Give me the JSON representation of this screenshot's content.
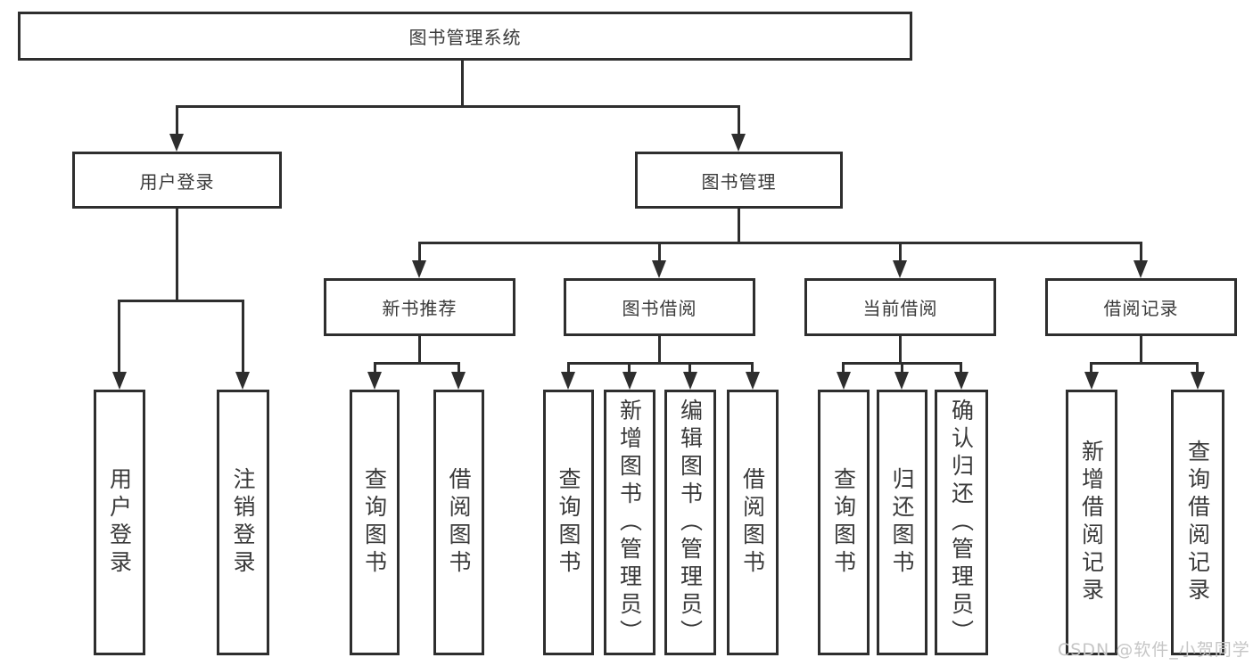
{
  "diagram": {
    "root": {
      "label": "图书管理系统"
    },
    "branches": [
      {
        "label": "用户登录",
        "children": [
          {
            "label": "用户登录"
          },
          {
            "label": "注销登录"
          }
        ]
      },
      {
        "label": "图书管理",
        "children": [
          {
            "label": "新书推荐",
            "children": [
              {
                "label": "查询图书"
              },
              {
                "label": "借阅图书"
              }
            ]
          },
          {
            "label": "图书借阅",
            "children": [
              {
                "label": "查询图书"
              },
              {
                "label": "新增图书（管理员）"
              },
              {
                "label": "编辑图书（管理员）"
              },
              {
                "label": "借阅图书"
              }
            ]
          },
          {
            "label": "当前借阅",
            "children": [
              {
                "label": "查询图书"
              },
              {
                "label": "归还图书"
              },
              {
                "label": "确认归还（管理员）"
              }
            ]
          },
          {
            "label": "借阅记录",
            "children": [
              {
                "label": "新增借阅记录"
              },
              {
                "label": "查询借阅记录"
              }
            ]
          }
        ]
      }
    ]
  },
  "watermark": "CSDN @软件_小贺同学",
  "colors": {
    "line": "#2e2e2e",
    "text": "#3a3a3a",
    "watermark": "#c6c6c6",
    "background": "#ffffff"
  }
}
